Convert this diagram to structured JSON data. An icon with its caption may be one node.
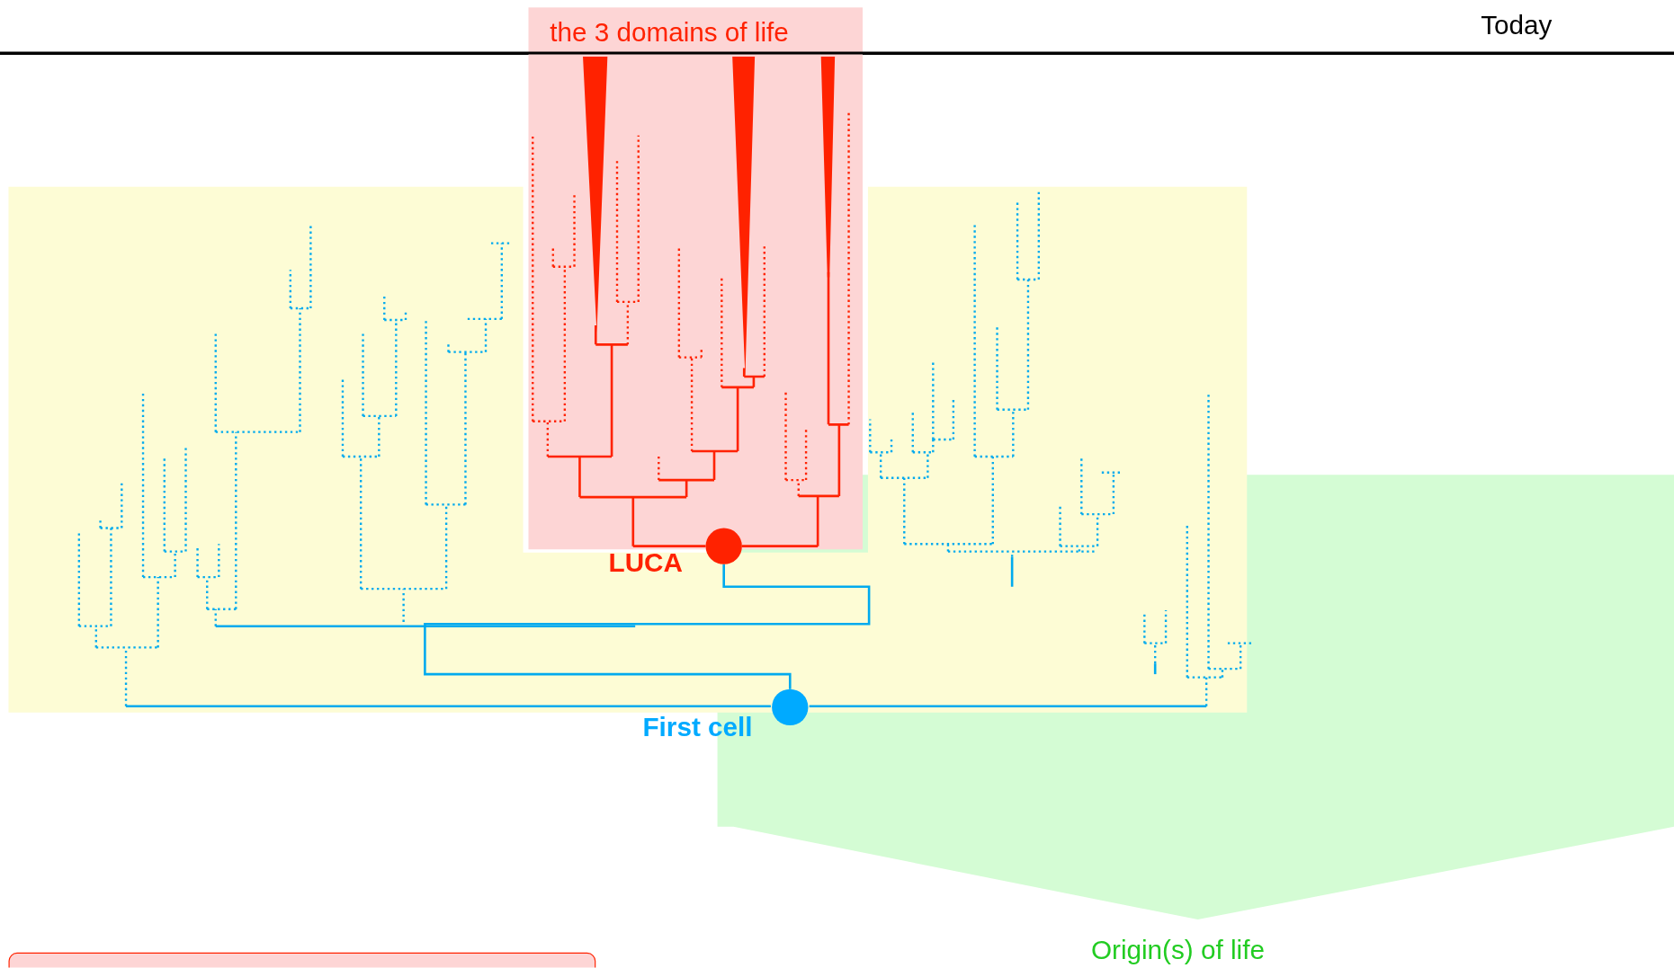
{
  "diagram": {
    "nodes": [
      {
        "text": [
          "the 3 domains of life"
        ]
      },
      {
        "text": [],
        "shape": "circle"
      },
      {
        "text": [],
        "shape": "circle"
      },
      {
        "text": [],
        "shape": "box"
      }
    ],
    "edges": [
      {
        "from": 2,
        "to": 1,
        "arrow": "none"
      }
    ],
    "labels": [
      "Today",
      "LUCA",
      "First cell",
      "Origin(s) of life"
    ]
  }
}
